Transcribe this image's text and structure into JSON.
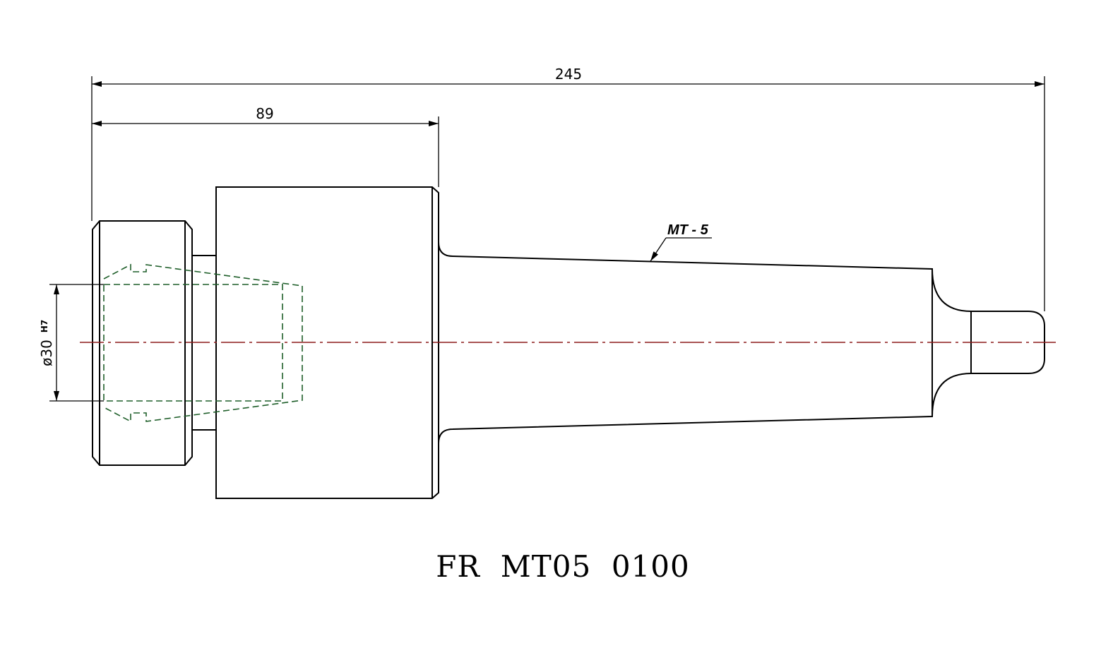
{
  "dimensions": {
    "overall_length": "245",
    "body_length": "89",
    "bore_diameter": "ø30",
    "bore_tolerance": "H7"
  },
  "taper_label": "MT - 5",
  "part_number": "FR  MT05  0100",
  "colors": {
    "outline": "#000000",
    "hidden_lines": "#1f5f2a",
    "center_line": "#8b1a1a"
  }
}
